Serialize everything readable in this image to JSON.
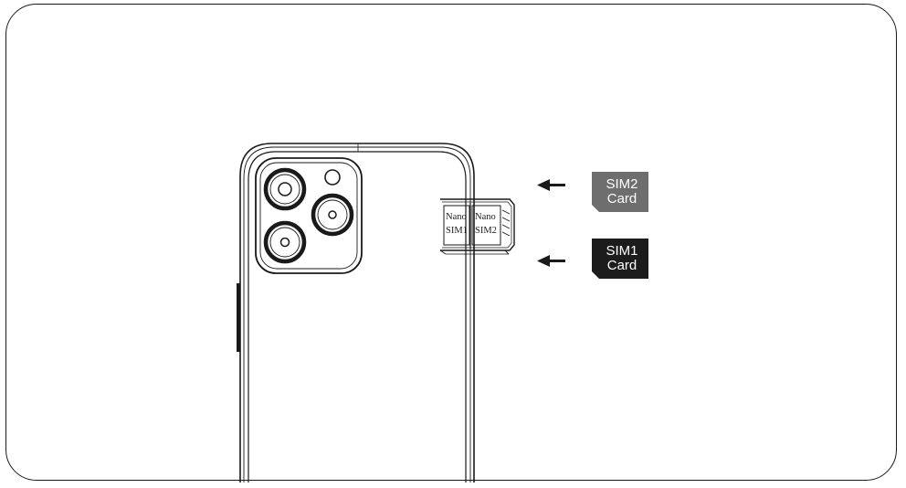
{
  "tray": {
    "slot1": {
      "line1": "Nano",
      "line2": "SIM1"
    },
    "slot2": {
      "line1": "Nano",
      "line2": "SIM2"
    }
  },
  "sim_cards": [
    {
      "line1": "SIM2",
      "line2": "Card",
      "color": "#6e6e6e"
    },
    {
      "line1": "SIM1",
      "line2": "Card",
      "color": "#1c1c1c"
    }
  ],
  "colors": {
    "stroke": "#1a1a1a",
    "background": "#ffffff"
  }
}
